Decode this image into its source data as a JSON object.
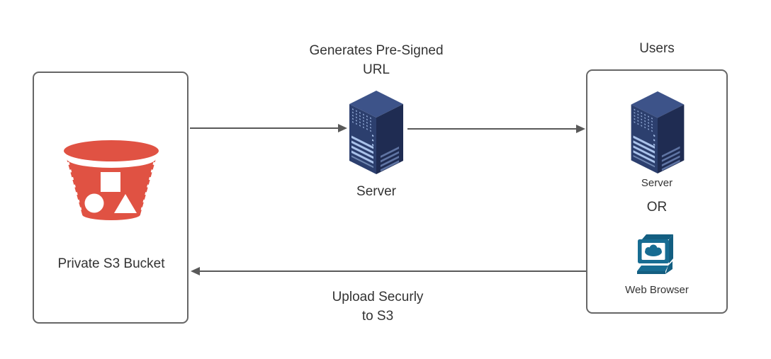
{
  "colors": {
    "border_gray": "#666666",
    "arrow_gray": "#595959",
    "text": "#333333",
    "bucket_red": "#E05243",
    "server_top": "#3D5389",
    "server_front": "#2C3F6E",
    "server_side": "#1F2C52",
    "server_stripe": "#A9C2EA",
    "browser_teal": "#176C92"
  },
  "nodes": {
    "bucket": {
      "label": "Private S3 Bucket",
      "icon": "s3-bucket-icon"
    },
    "presign_server": {
      "caption_above": "Generates Pre-Signed\nURL",
      "label": "Server",
      "icon": "server-icon"
    },
    "users": {
      "title": "Users",
      "server_label": "Server",
      "or_label": "OR",
      "browser_label": "Web Browser"
    }
  },
  "edges": {
    "bucket_to_server": {
      "label": ""
    },
    "server_to_users": {
      "label": ""
    },
    "users_to_bucket": {
      "label": "Upload Securly\nto S3"
    }
  }
}
